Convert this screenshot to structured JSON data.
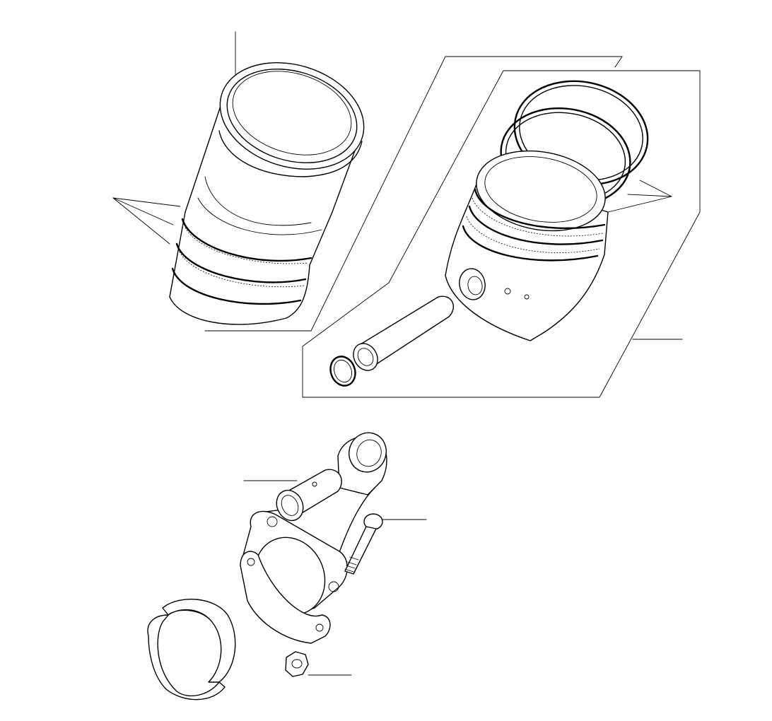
{
  "figure": {
    "type": "exploded-parts-diagram",
    "background_color": "#ffffff",
    "line_color": "#000000",
    "parts": [
      {
        "name": "cylinder-liner",
        "callout_style": "leader-line"
      },
      {
        "name": "liner-seal-rings",
        "callout_style": "triple-leader"
      },
      {
        "name": "piston-kit-group",
        "callout_style": "bracket"
      },
      {
        "name": "piston-rings",
        "callout_style": "triple-leader"
      },
      {
        "name": "piston",
        "callout_style": "leader-line"
      },
      {
        "name": "piston-pin",
        "callout_style": "grouped"
      },
      {
        "name": "circlip",
        "callout_style": "grouped"
      },
      {
        "name": "connecting-rod",
        "callout_style": "none"
      },
      {
        "name": "small-end-bushing",
        "callout_style": "leader-line"
      },
      {
        "name": "connecting-rod-bolt",
        "callout_style": "leader-line"
      },
      {
        "name": "big-end-bearing-shells",
        "callout_style": "none"
      },
      {
        "name": "nut",
        "callout_style": "leader-line"
      }
    ]
  }
}
